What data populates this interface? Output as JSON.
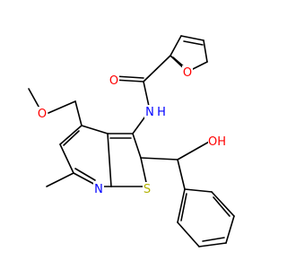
{
  "molecule": {
    "atoms": {
      "O_ketone": {
        "symbol": "O",
        "color": "#ff0000"
      },
      "O_furan": {
        "symbol": "O",
        "color": "#ff0000"
      },
      "N_amide": {
        "symbol": "N",
        "hydrogen": "H",
        "color": "#0000ff"
      },
      "O_ether": {
        "symbol": "O",
        "color": "#ff0000"
      },
      "O_hydroxyl": {
        "symbol": "OH",
        "color": "#ff0000"
      },
      "N_pyridine": {
        "symbol": "N",
        "color": "#0000ff"
      },
      "S_thiophene": {
        "symbol": "S",
        "color": "#b2b200"
      }
    },
    "bond_color": "#000000"
  }
}
